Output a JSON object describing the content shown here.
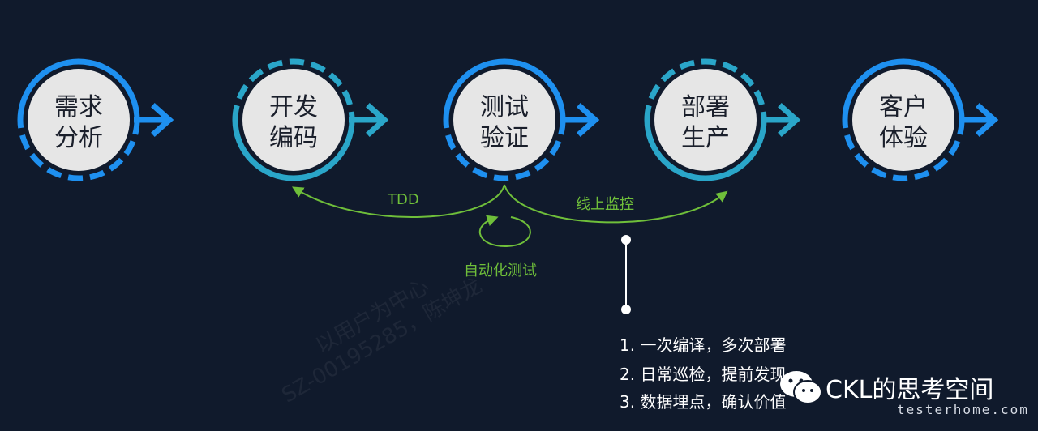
{
  "colors": {
    "background": "#101a2c",
    "ring_blue": "#1e90f0",
    "ring_teal": "#2aa6c9",
    "circle_fill": "#e6e6e6",
    "green": "#6fbf3a"
  },
  "stages": [
    {
      "line1": "需求",
      "line2": "分析",
      "style": "solid-top-dashed-bottom"
    },
    {
      "line1": "开发",
      "line2": "编码",
      "style": "dashed-top-solid-bottom"
    },
    {
      "line1": "测试",
      "line2": "验证",
      "style": "solid-top-dashed-bottom"
    },
    {
      "line1": "部署",
      "line2": "生产",
      "style": "dashed-top-solid-bottom"
    },
    {
      "line1": "客户",
      "line2": "体验",
      "style": "solid-top-dashed-bottom"
    }
  ],
  "arrows": {
    "tdd_label": "TDD",
    "monitor_label": "线上监控",
    "auto_test_label": "自动化测试"
  },
  "notes": [
    "1. 一次编译，多次部署",
    "2. 日常巡检，提前发现",
    "3. 数据埋点，确认价值"
  ],
  "watermark": {
    "line1": "以用户为中心",
    "line2": "SZ-00195285，陈坤龙"
  },
  "brand": {
    "title": "CKL的思考空间",
    "subtitle": "testerhome.com",
    "icon": "wechat-icon"
  }
}
